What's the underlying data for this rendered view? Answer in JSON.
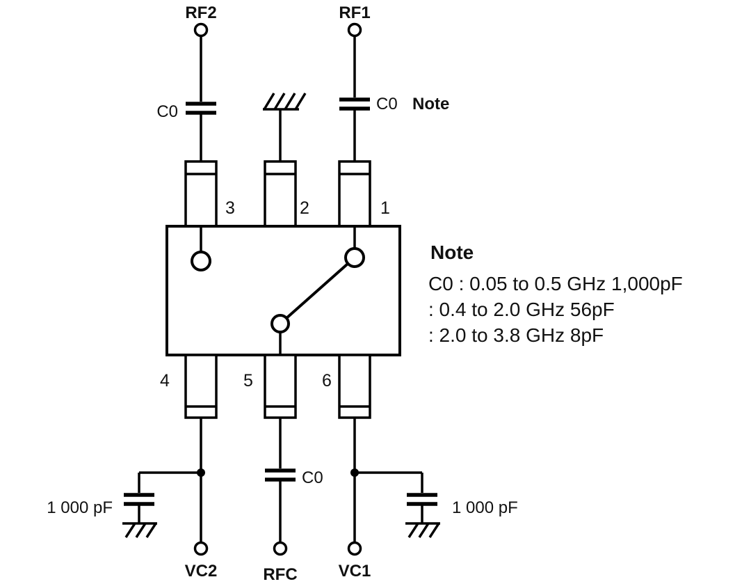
{
  "terminals": {
    "rf2": "RF2",
    "rf1": "RF1",
    "vc2": "VC2",
    "rfc": "RFC",
    "vc1": "VC1"
  },
  "capacitors": {
    "c0_rf2": "C0",
    "c0_rf1": "C0",
    "c0_rfc": "C0",
    "bypass_left": "1 000 pF",
    "bypass_right": "1 000 pF"
  },
  "pins": {
    "p1": "1",
    "p2": "2",
    "p3": "3",
    "p4": "4",
    "p5": "5",
    "p6": "6"
  },
  "note_ref": "Note",
  "note": {
    "heading": "Note",
    "lines": [
      "C0 : 0.05 to 0.5 GHz 1,000pF",
      ": 0.4 to 2.0 GHz 56pF",
      ": 2.0 to 3.8 GHz 8pF"
    ]
  },
  "colors": {
    "ink": "#000000",
    "background": "#ffffff"
  }
}
